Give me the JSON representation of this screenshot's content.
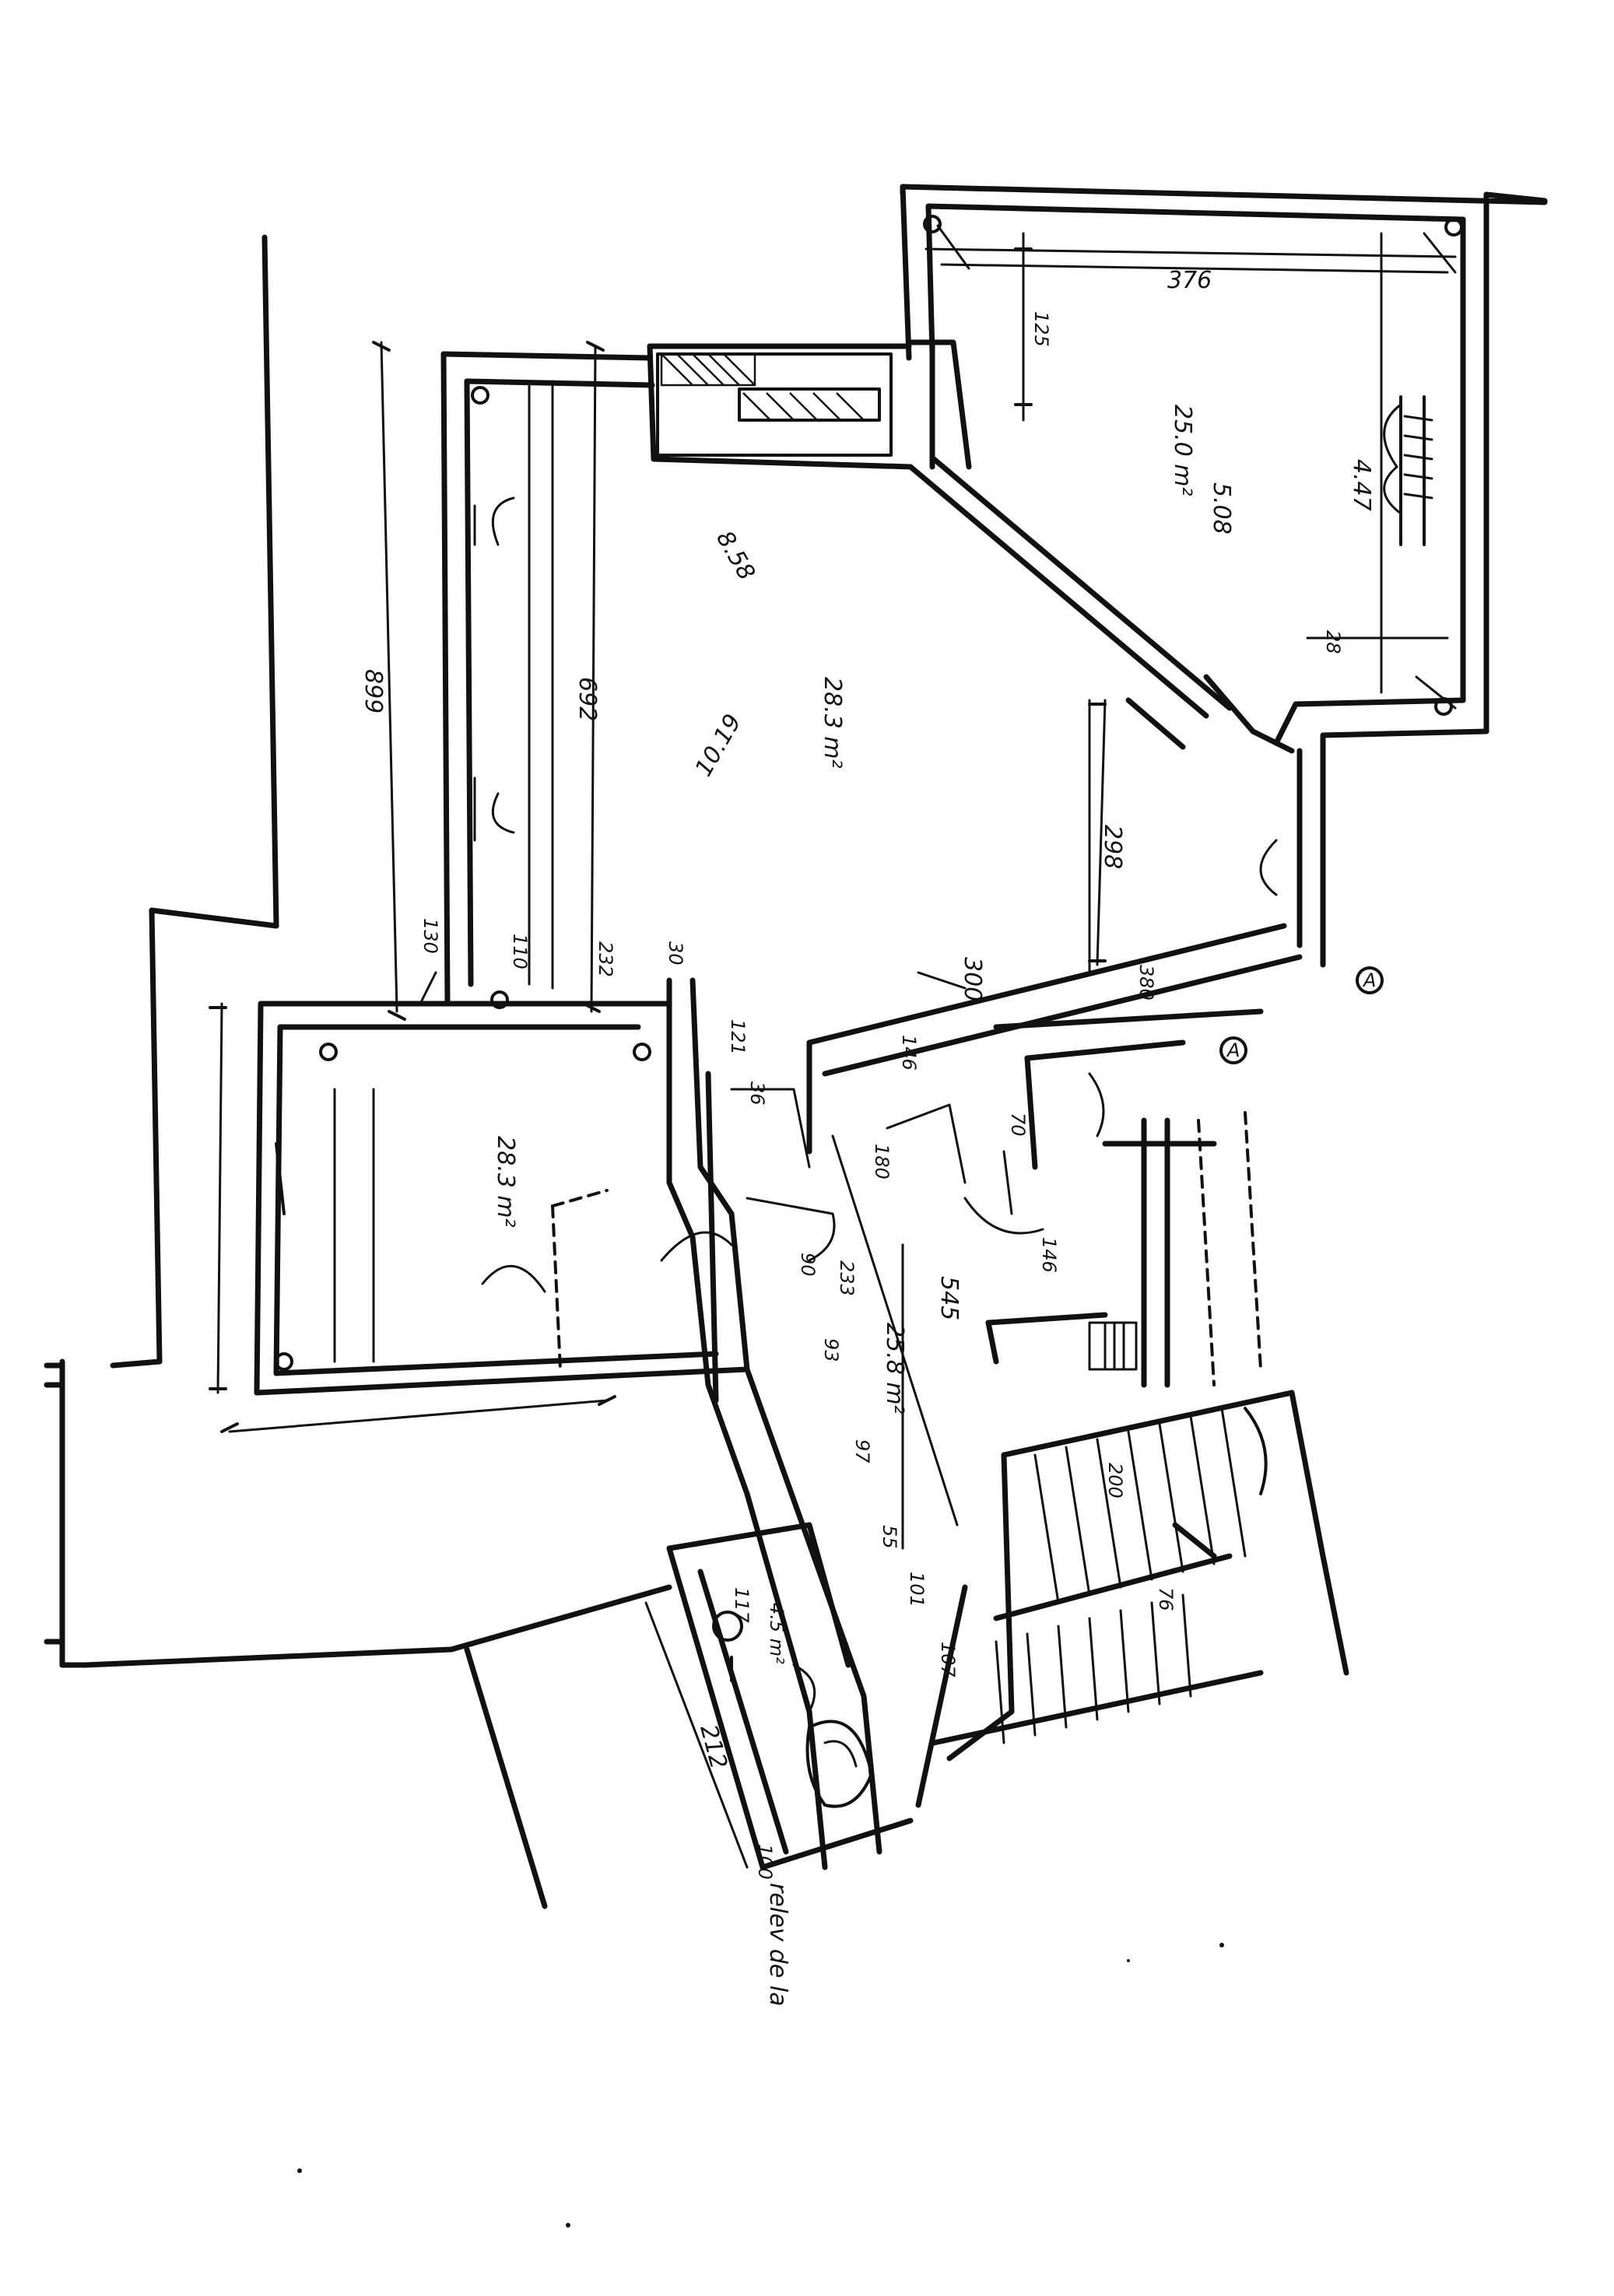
{
  "sheet": {
    "label_a1": "A",
    "label_a2": "A",
    "note": "relev de la"
  },
  "dimensions": {
    "top_width": "376",
    "top_small": "125",
    "top_area": "25.0 m²",
    "top_arrow": "5.08",
    "top_side": "4.47",
    "top_small_28": "28",
    "big_diag": "8.58",
    "big_area": "28.3 m²",
    "big_span": "10.19",
    "left_outer": "899",
    "left_inner": "692",
    "dim_130": "130",
    "dim_110": "110",
    "dim_232": "232",
    "dim_30": "30",
    "dim_298": "298",
    "dim_300": "300",
    "dim_146": "146",
    "dim_121": "121",
    "dim_36": "36",
    "dim_180": "180",
    "small_area": "28.3 m²",
    "mid_area": "25.8 m²",
    "dim_545": "545",
    "dim_233": "233",
    "dim_90": "90",
    "dim_93": "93",
    "dim_97": "97",
    "dim_55": "55",
    "dim_101": "101",
    "dim_107": "107",
    "dim_70": "70",
    "dim_146b": "146",
    "dim_200": "200",
    "dim_212": "212",
    "dim_117": "117",
    "bath_area": "4.5 m²",
    "dim_100": "100",
    "dim_380": "380",
    "dim_76": "76"
  }
}
